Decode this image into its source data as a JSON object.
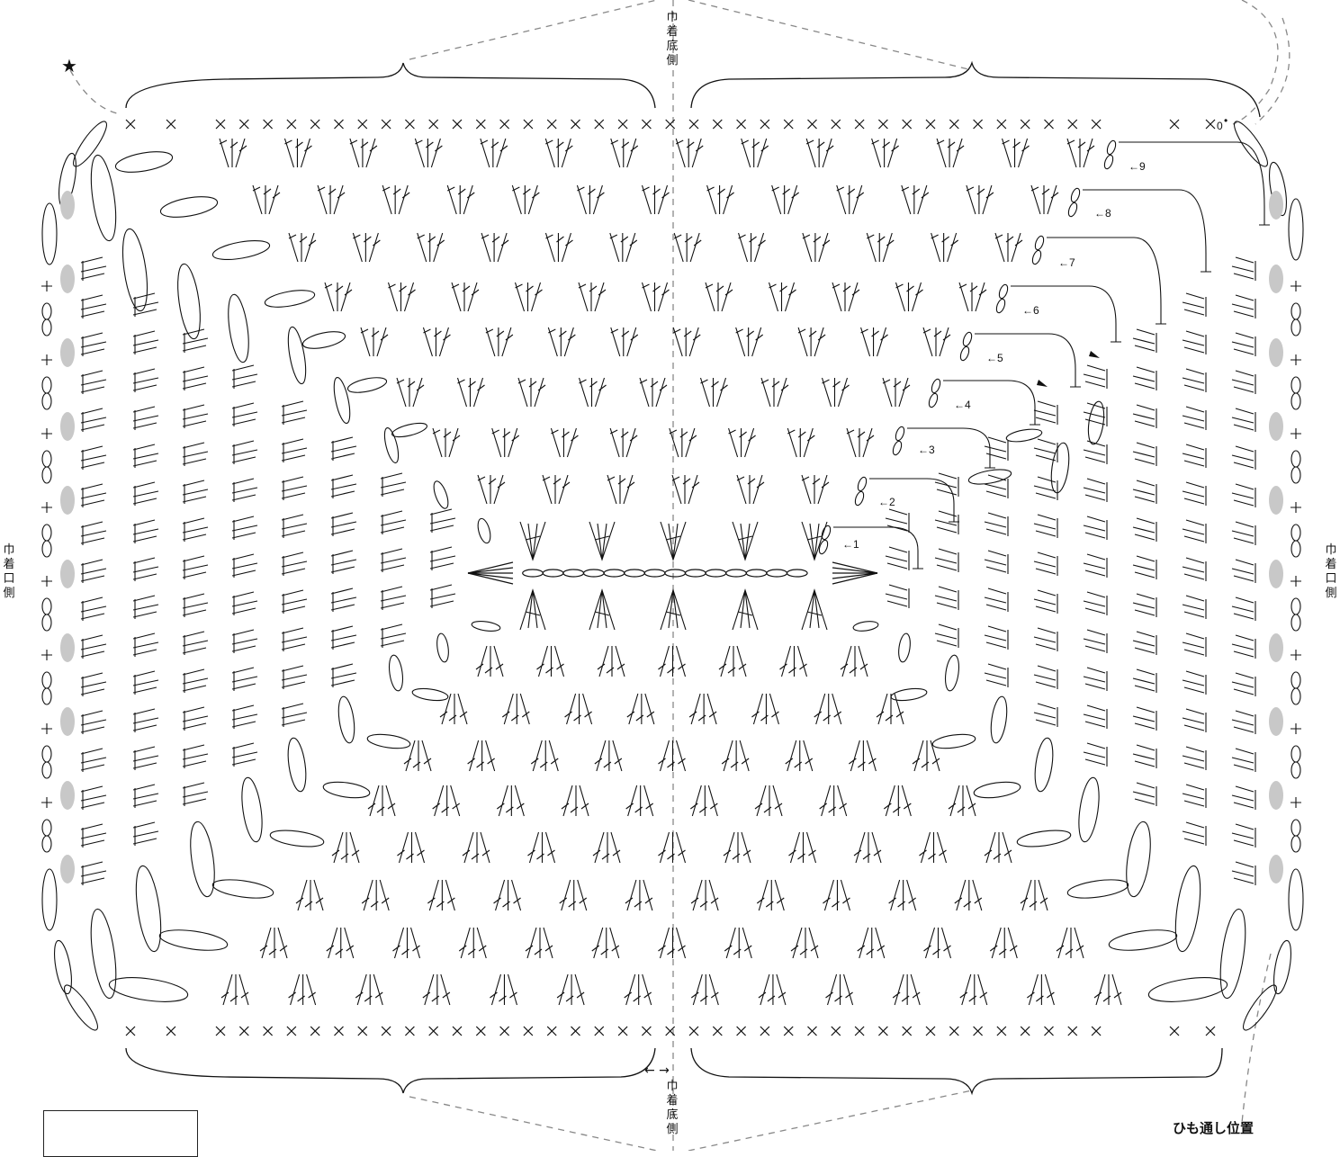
{
  "labels": {
    "top": "巾着底側",
    "bottom": "巾着底側",
    "left": "巾着口側",
    "right": "巾着口側",
    "cord": "ひも通し位置"
  },
  "start_marker": "★",
  "rows": [
    {
      "n": 1,
      "label": "←1"
    },
    {
      "n": 2,
      "label": "←2"
    },
    {
      "n": 3,
      "label": "←3"
    },
    {
      "n": 4,
      "label": "←4"
    },
    {
      "n": 5,
      "label": "←5"
    },
    {
      "n": 6,
      "label": "←6"
    },
    {
      "n": 7,
      "label": "←7"
    },
    {
      "n": 8,
      "label": "←8"
    },
    {
      "n": 9,
      "label": "←9"
    }
  ],
  "symbols": {
    "single_crochet": "×",
    "bottom_arrows": "←  →",
    "slip_stitch": "•",
    "chain_zero": "0"
  },
  "colors": {
    "ink": "#111111",
    "guide": "#888888",
    "hole": "#c8c8c8"
  }
}
